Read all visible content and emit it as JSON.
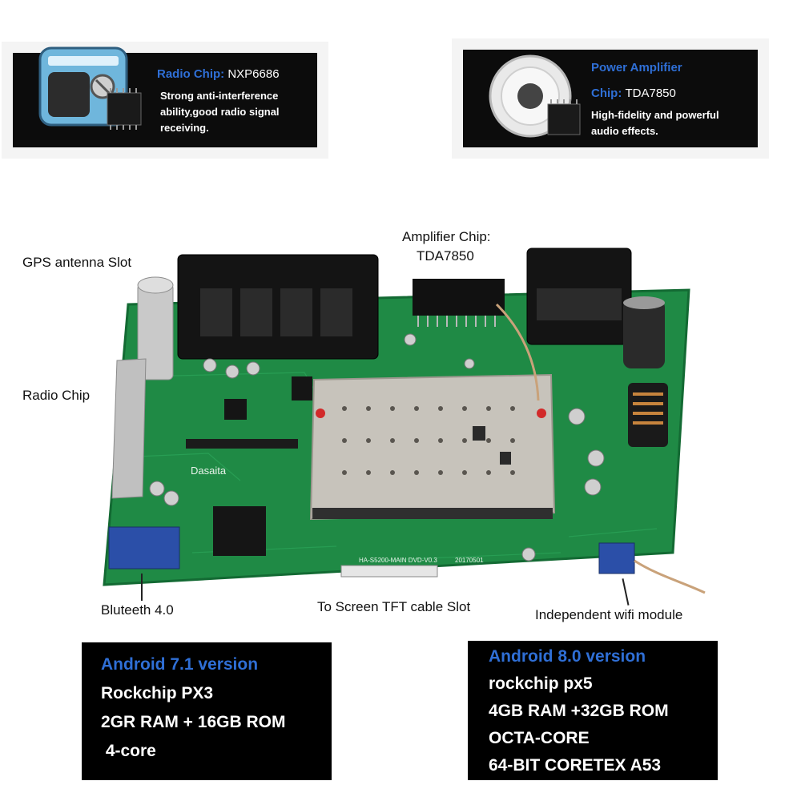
{
  "radio_feature": {
    "title_label": "Radio Chip:",
    "title_value": "NXP6686",
    "desc_lines": [
      "Strong anti-interference",
      "ability,good radio signal",
      "receiving."
    ]
  },
  "amp_feature": {
    "title_label_1": "Power Amplifier",
    "title_label_2": "Chip:",
    "title_value": "TDA7850",
    "desc_lines": [
      "High-fidelity and powerful",
      "audio effects."
    ]
  },
  "callouts": {
    "gps": "GPS antenna Slot",
    "amp_1": "Amplifier Chip:",
    "amp_2": "TDA7850",
    "radio": "Radio Chip",
    "bluetooth": "Bluteeth 4.0",
    "tft": "To Screen TFT cable Slot",
    "wifi": "Independent wifi module"
  },
  "board_marks": {
    "brand": "Dasaita",
    "model": "HA-S5200-MAIN DVD-V0.3",
    "date": "20170501"
  },
  "spec_android71": {
    "heading": "Android 7.1 version",
    "lines": [
      "Rockchip PX3",
      "2GR RAM + 16GB ROM",
      " 4-core"
    ]
  },
  "spec_android80": {
    "heading": "Android 8.0 version",
    "lines": [
      "rockchip px5",
      "4GB RAM +32GB ROM",
      "OCTA-CORE",
      "64-BIT CORETEX A53"
    ]
  },
  "colors": {
    "accent_blue": "#2f6fd6",
    "pcb_green": "#1f8a45",
    "box_black": "#0c0c0c"
  }
}
